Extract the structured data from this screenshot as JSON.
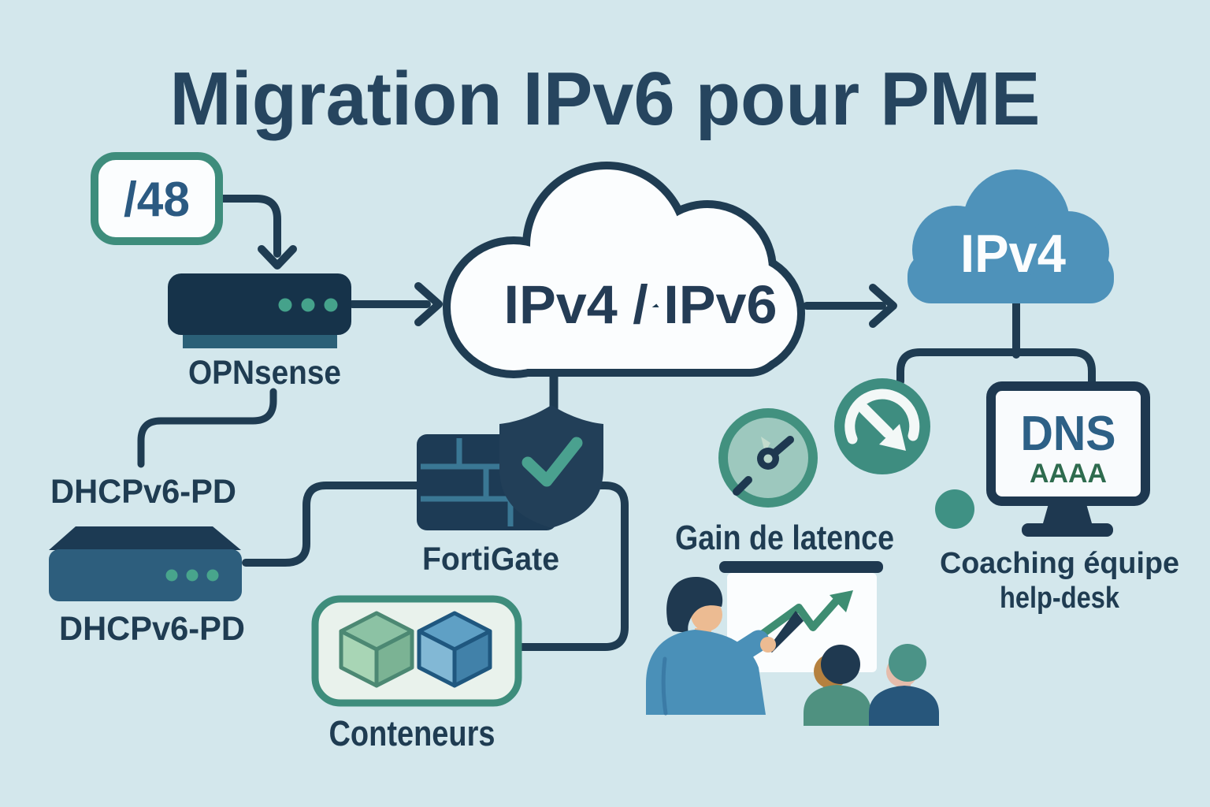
{
  "title": "Migration IPv6 pour PME",
  "colors": {
    "background": "#d3e7ec",
    "title_ink": "#26455f",
    "label_ink": "#1f3c52",
    "line_ink": "#1f3c52",
    "teal_border": "#3e8d7c",
    "teal_dot": "#45a28b",
    "panel_white": "#fbfdfe",
    "badge_text": "#2b5a82",
    "device_dark": "#16334a",
    "device_base": "#2b6077",
    "switch_front": "#2d5e7d",
    "switch_top": "#1c3a53",
    "legacy_cloud_blue": "#4e92ba",
    "brick_wall": "#1d3b55",
    "brick_mortar": "#3a7794",
    "shield_navy": "#223f58",
    "check_teal": "#4aa18f",
    "gauge_ring": "#42917f",
    "gauge_face": "#9dc8be",
    "refresh_teal": "#3e8d80",
    "dns_blue": "#2d6086",
    "aaaa_green": "#2e6b4e",
    "container_fill": "#e9f2ec",
    "cube_green": "#8cc2a4",
    "cube_blue": "#5fa0c5",
    "arrow_green": "#3e8d72",
    "presenter_blue": "#4a90b8",
    "skin_light": "#ecbb92",
    "skin_tan": "#b5813f",
    "skin_pink": "#e5bcab",
    "shirt_green": "#4f9180",
    "shirt_navy": "#27567b"
  },
  "icons": {
    "router": "router-icon",
    "switch": "switch-icon",
    "cloud": "cloud-icon",
    "firewall": "brick-wall-icon",
    "shield": "shield-check-icon",
    "gauge": "gauge-icon",
    "refresh": "refresh-arrow-icon",
    "monitor": "monitor-icon",
    "cubes": "container-cubes-icon",
    "training": "training-illustration"
  },
  "nodes": {
    "prefix_badge": "/48",
    "router_label": "OPNsense",
    "delegation_label": "DHCPv6-PD",
    "switch_label": "DHCPv6-PD",
    "dual_stack_cloud": "IPv4 / IPv6",
    "legacy_cloud": "IPv4",
    "firewall_label": "FortiGate",
    "containers_label": "Conteneurs",
    "latency_label": "Gain de latence",
    "dns": {
      "line1": "DNS",
      "line2": "AAAA"
    },
    "coaching": {
      "line1": "Coaching équipe",
      "line2": "help-desk"
    }
  }
}
